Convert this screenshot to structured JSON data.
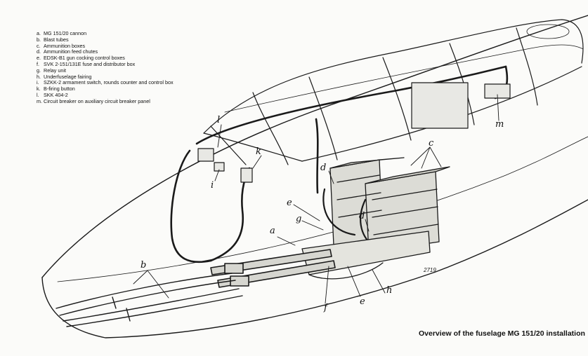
{
  "legend": [
    {
      "key": "a.",
      "text": "MG 151/20 cannon"
    },
    {
      "key": "b.",
      "text": "Blast tubes"
    },
    {
      "key": "c.",
      "text": "Ammunition boxes"
    },
    {
      "key": "d.",
      "text": "Ammunition feed chutes"
    },
    {
      "key": "e.",
      "text": "EDSK-B1 gun cocking control boxes"
    },
    {
      "key": "f.",
      "text": "SVK 2-151/131E fuse and distributor box"
    },
    {
      "key": "g.",
      "text": "Relay unit"
    },
    {
      "key": "h.",
      "text": "Underfuselage fairing"
    },
    {
      "key": "i.",
      "text": "SZKK-2 armament switch, rounds counter and control box"
    },
    {
      "key": "k.",
      "text": "B-firing button"
    },
    {
      "key": "l.",
      "text": "SKK 404-2"
    },
    {
      "key": "m.",
      "text": "Circuit breaker on auxiliary circuit breaker panel"
    }
  ],
  "callouts": {
    "a": "a",
    "b": "b",
    "c": "c",
    "d1": "d",
    "d2": "d",
    "e1": "e",
    "e2": "e",
    "f": "f",
    "g": "g",
    "h": "h",
    "i": "i",
    "k": "k",
    "l": "l",
    "m": "m"
  },
  "drawing_number": "2719",
  "caption": "Overview of the fuselage MG 151/20 installation"
}
